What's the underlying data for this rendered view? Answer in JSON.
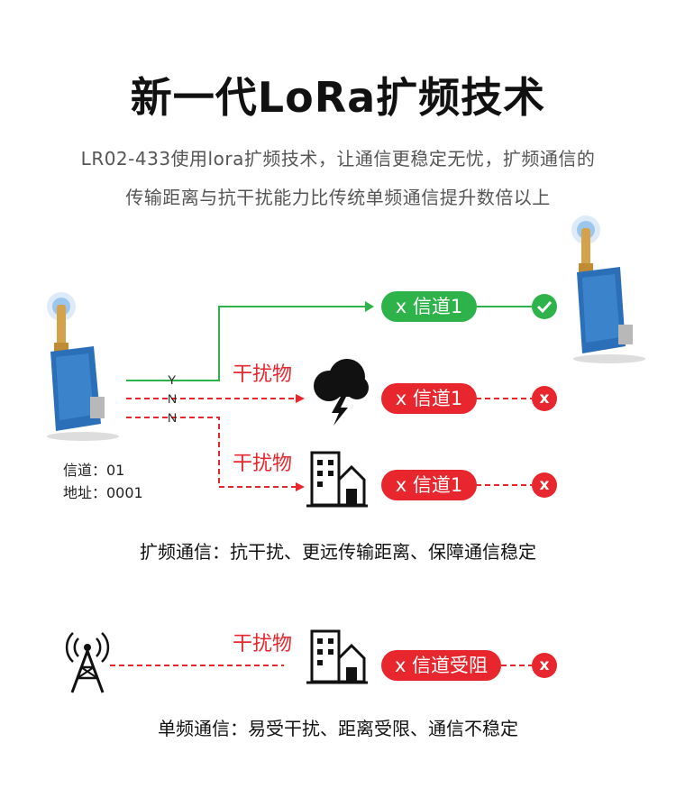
{
  "title": "新一代LoRa扩频技术",
  "subtitle_line1": "LR02-433使用lora扩频技术，让通信更稳定无忧，扩频通信的",
  "subtitle_line2": "传输距离与抗干扰能力比传统单频通信提升数倍以上",
  "spread": {
    "channel_pill_ok": "x 信道1",
    "channel_pill_blocked1": "x 信道1",
    "channel_pill_blocked2": "x 信道1",
    "interference_label1": "干扰物",
    "interference_label2": "干扰物",
    "branch_labels": [
      "Y",
      "N",
      "N"
    ],
    "ok_icon": "check-icon",
    "fail_icon": "x-icon",
    "fail_mark": "x",
    "channel_info": "信道：01",
    "address_info": "地址：0001",
    "caption": "扩频通信：抗干扰、更远传输距离、保障通信稳定"
  },
  "single": {
    "interference_label": "干扰物",
    "channel_pill": "x 信道受阻",
    "fail_mark": "x",
    "caption": "单频通信：易受干扰、距离受限、通信不稳定"
  },
  "icons": [
    "lora-module-icon",
    "storm-cloud-icon",
    "building-icon",
    "radio-tower-icon"
  ],
  "colors": {
    "green": "#2db34a",
    "red": "#e8262d",
    "module_blue": "#2a6fb8",
    "antenna_gold": "#d4a24a"
  }
}
